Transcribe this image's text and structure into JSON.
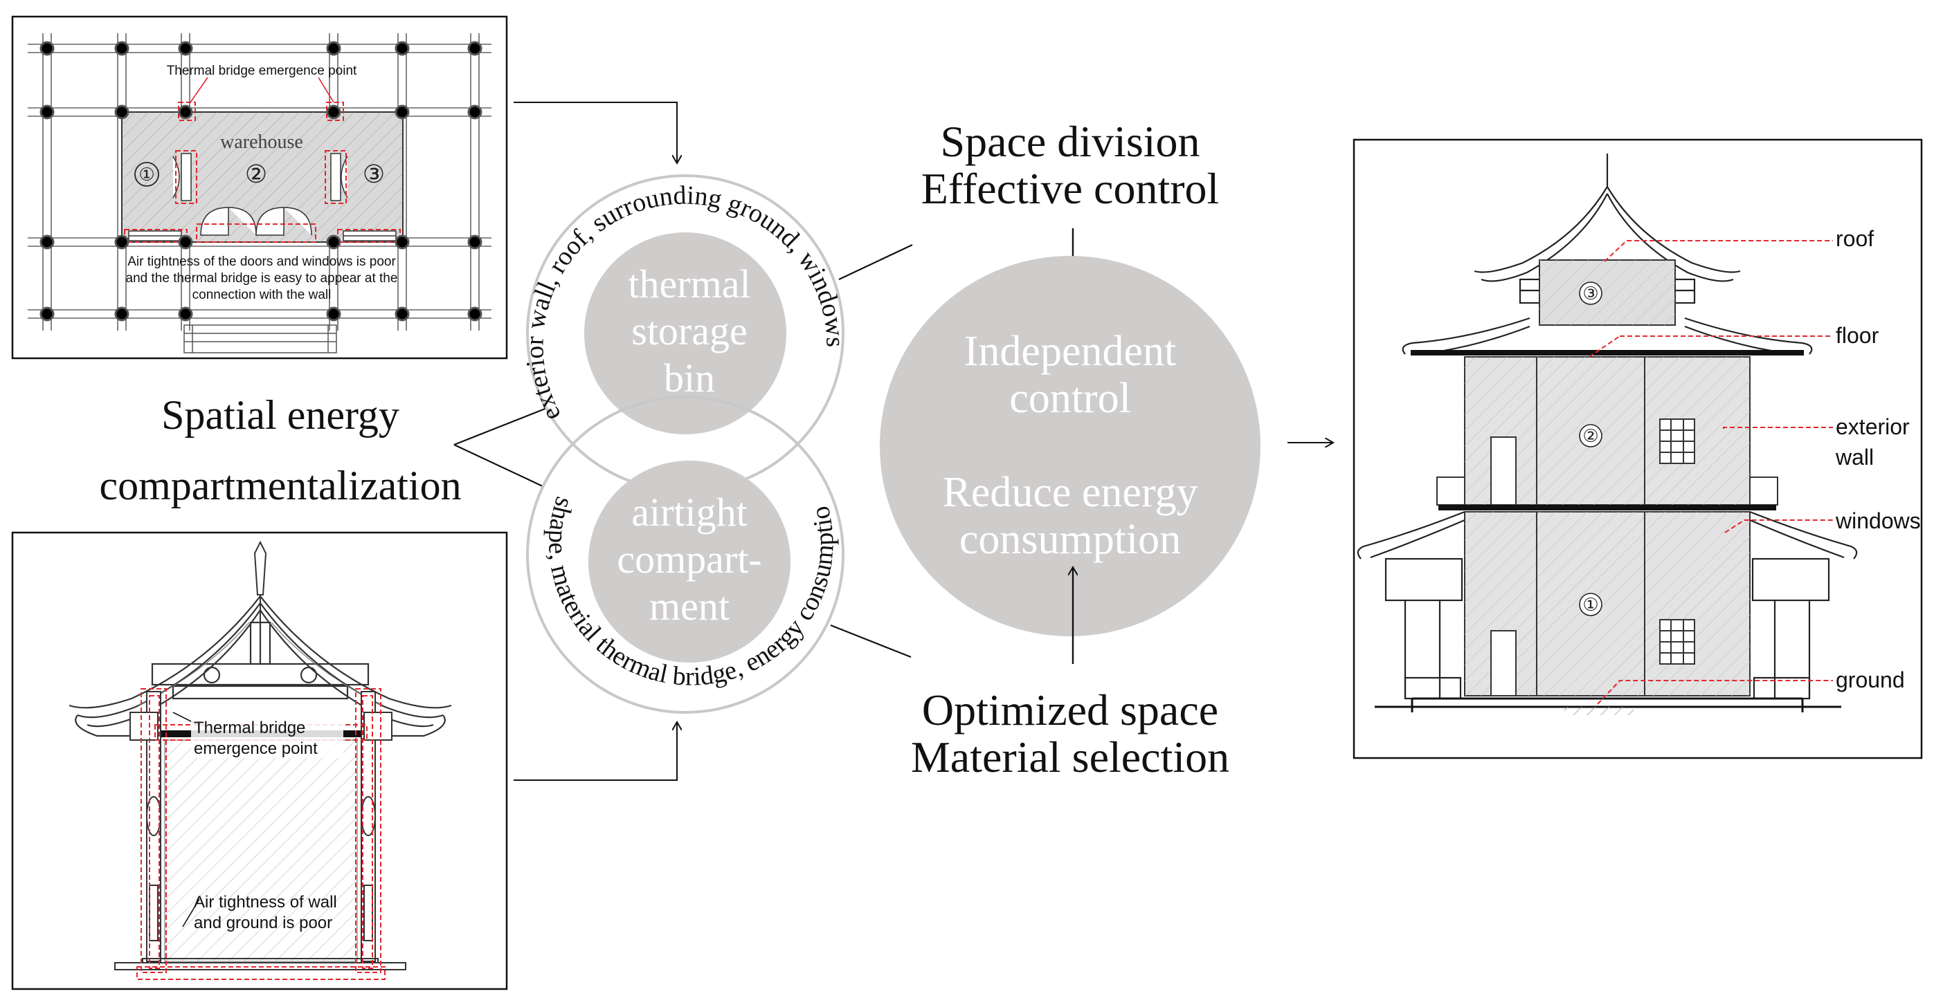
{
  "colors": {
    "circle_fill": "#cfcccc",
    "ring_stroke": "#c8c8c8",
    "red_dash": "#e3262d",
    "line": "#111111",
    "gray_fill": "#d3d3d3"
  },
  "plan_panel": {
    "label_top": "Thermal bridge emergence point",
    "room_label": "warehouse",
    "room_numbers": [
      "①",
      "②",
      "③"
    ],
    "note_lines": [
      "Air tightness of the doors and windows is poor",
      "and the thermal bridge is easy to appear at the",
      "connection with the wall"
    ]
  },
  "section_panel": {
    "label_top_lines": [
      "Thermal bridge",
      "emergence point"
    ],
    "label_bottom_lines": [
      "Air tightness of wall",
      "and ground is poor"
    ]
  },
  "left_heading": {
    "line1": "Spatial energy",
    "line2": "compartmentalization"
  },
  "circle_top": {
    "inner_lines": [
      "thermal",
      "storage",
      "bin"
    ],
    "ring_text": "exterior wall, roof, surrounding ground, windows"
  },
  "circle_bottom": {
    "inner_lines": [
      "airtight",
      "compart-",
      "ment"
    ],
    "ring_text": "shape, material thermal bridge, energy consumptio"
  },
  "top_heading": {
    "line1": "Space division",
    "line2": "Effective control"
  },
  "big_circle": {
    "line1": "Independent",
    "line2": "control",
    "line3": "Reduce energy",
    "line4": "consumption"
  },
  "bottom_heading": {
    "line1": "Optimized space",
    "line2": "Material selection"
  },
  "elevation_panel": {
    "room_numbers": [
      "③",
      "②",
      "①"
    ],
    "labels": {
      "roof": "roof",
      "floor": "floor",
      "exterior_wall_1": "exterior",
      "exterior_wall_2": "wall",
      "windows": "windows",
      "ground": "ground"
    }
  }
}
